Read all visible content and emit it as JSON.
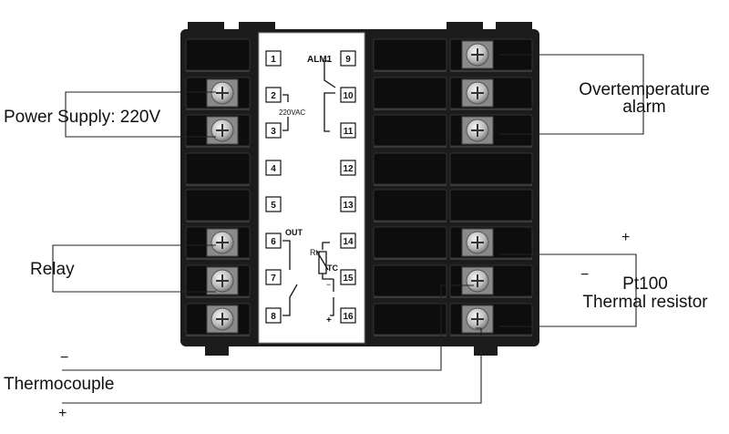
{
  "labels": {
    "power_supply": "Power Supply: 220V",
    "relay": "Relay",
    "thermocouple": "Thermocouple",
    "overtemp_line1": "Overtemperature",
    "overtemp_line2": "alarm",
    "pt100_line1": "Pt100",
    "pt100_line2": "Thermal resistor",
    "plus": "+",
    "minus": "−"
  },
  "panel": {
    "left_numbers": [
      "1",
      "2",
      "3",
      "4",
      "5",
      "6",
      "7",
      "8"
    ],
    "right_numbers": [
      "9",
      "10",
      "11",
      "12",
      "13",
      "14",
      "15",
      "16"
    ],
    "alm1": "ALM1",
    "vac": "220VAC",
    "out": "OUT",
    "rt": "Rt",
    "tc": "TC",
    "plus": "+",
    "minus": "−"
  },
  "colors": {
    "housing": "#1a1a1a",
    "slot": "#0d0d0d",
    "screw": "#cfcfcf",
    "panel": "#ffffff",
    "leader": "#222222"
  }
}
